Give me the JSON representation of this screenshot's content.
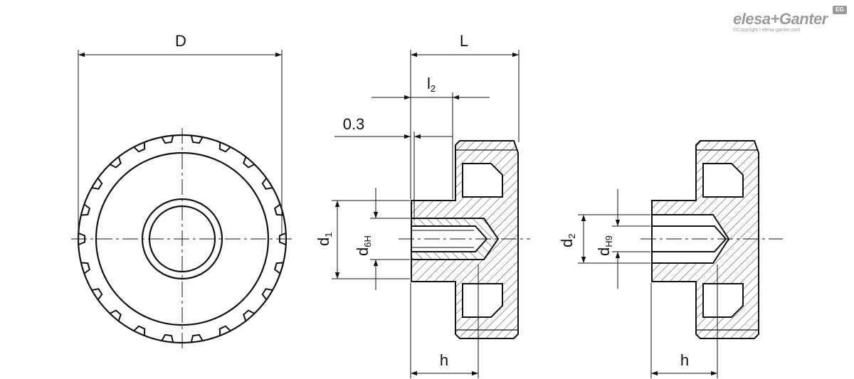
{
  "brand": {
    "name": "elesa+Ganter",
    "copyright": "©Copyright | elesa-ganter.com",
    "badge": "EG"
  },
  "dimensions": {
    "D": "D",
    "L": "L",
    "l2_main": "l",
    "l2_sub": "2",
    "offset": "0.3",
    "d1_main": "d",
    "d1_sub": "1",
    "d6H_main": "d",
    "d6H_sub": "6H",
    "d2_main": "d",
    "d2_sub": "2",
    "dH9_main": "d",
    "dH9_sub": "H9",
    "h_left": "h",
    "h_right": "h"
  }
}
